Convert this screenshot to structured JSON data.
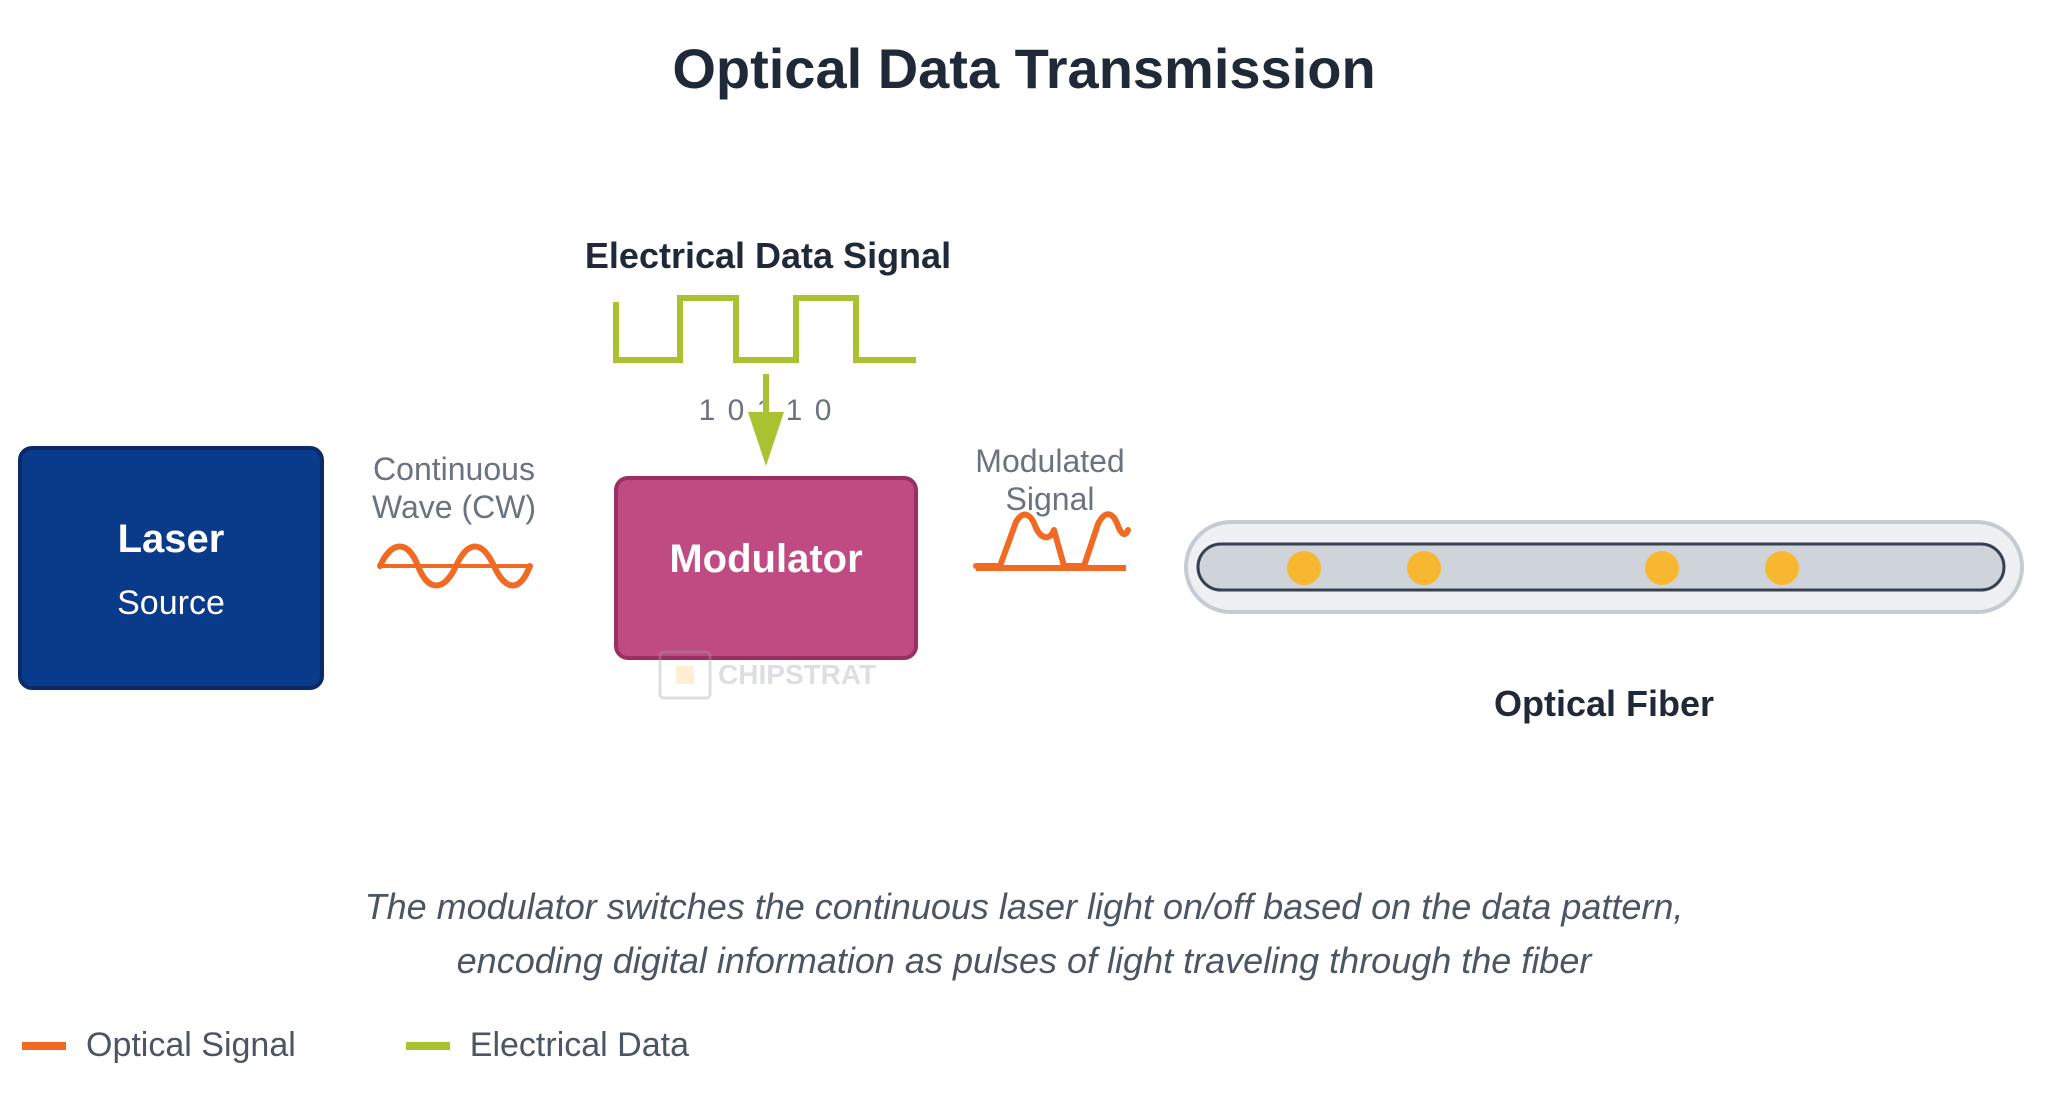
{
  "title": "Optical Data Transmission",
  "colors": {
    "laser": "#0a3a8a",
    "laser_border": "#0a2a6a",
    "modulator": "#c04a82",
    "modulator_border": "#9a2f63",
    "optical": "#f06a24",
    "electrical": "#a8c232",
    "fiber_outer": "#e8ebef",
    "fiber_inner": "#cfd4da",
    "pulse": "#f7b731",
    "text_dark": "#1f2937",
    "text_muted": "#6b7280"
  },
  "nodes": {
    "laser": {
      "title": "Laser",
      "subtitle": "Source"
    },
    "modulator": {
      "title": "Modulator"
    }
  },
  "labels": {
    "electrical_signal": "Electrical Data Signal",
    "bits": "1 0 1 1 0",
    "cw_line1": "Continuous",
    "cw_line2": "Wave (CW)",
    "modulated_line1": "Modulated",
    "modulated_line2": "Signal",
    "fiber": "Optical Fiber"
  },
  "watermark": "CHIPSTRAT",
  "caption": {
    "line1": "The modulator switches the continuous laser light on/off based on the data pattern,",
    "line2": "encoding digital information as pulses of light traveling through the fiber"
  },
  "legend": [
    {
      "label": "Optical Signal",
      "color": "#f06a24"
    },
    {
      "label": "Electrical Data",
      "color": "#a8c232"
    }
  ]
}
